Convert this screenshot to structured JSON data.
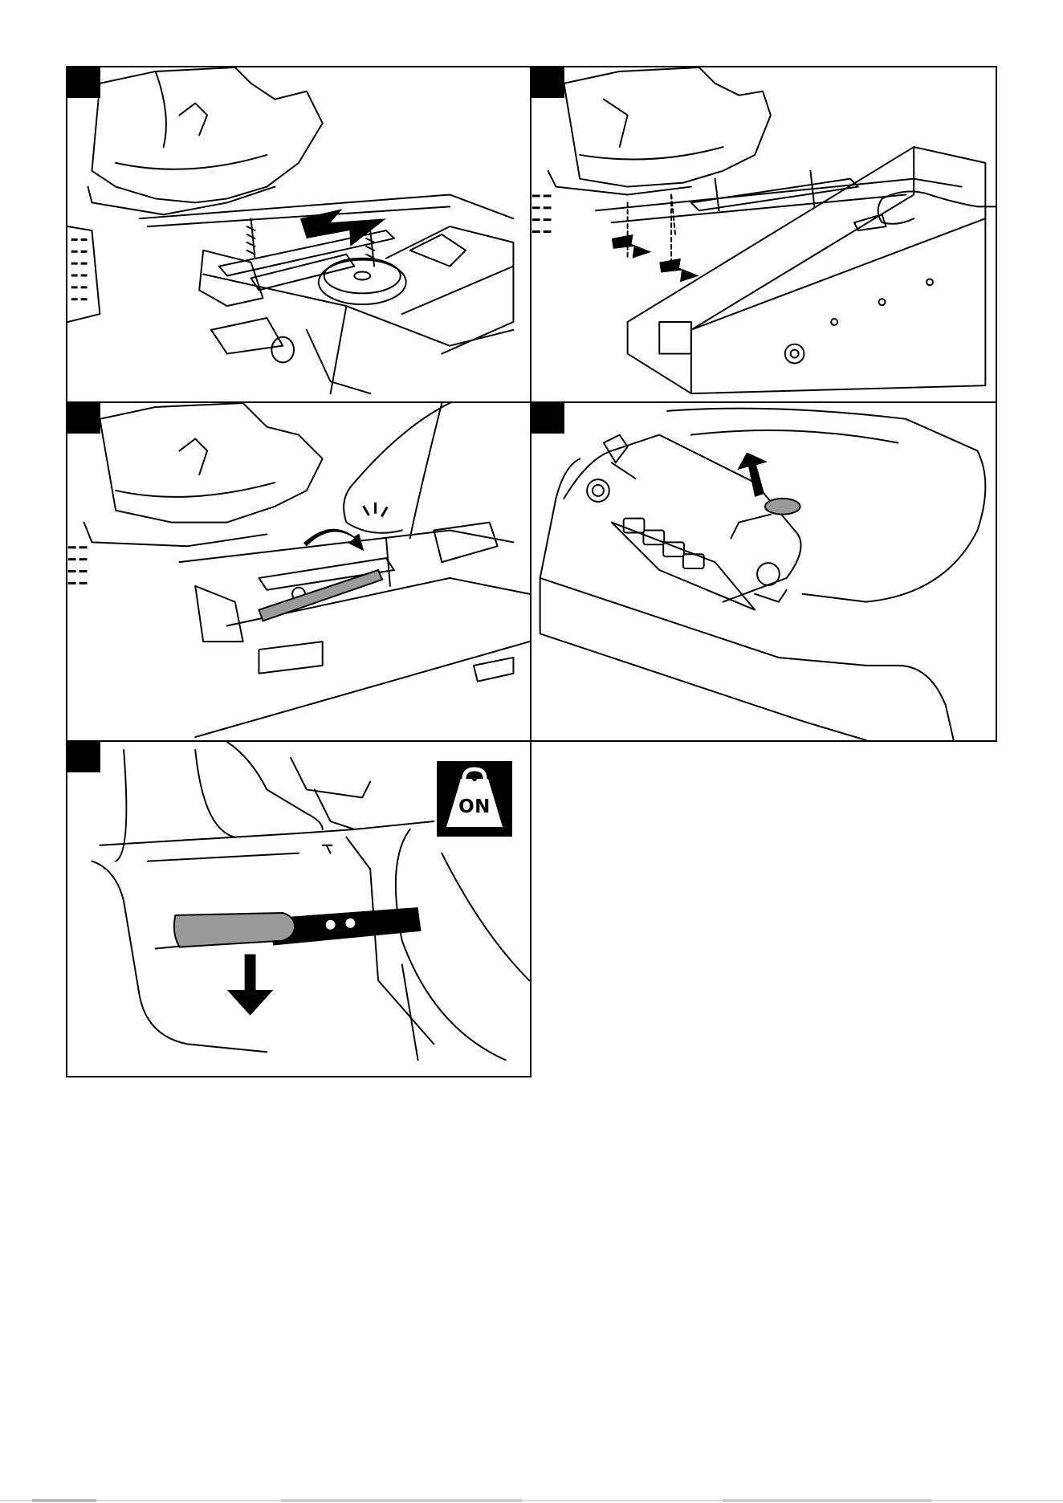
{
  "document": {
    "layout": "step-illustration-grid",
    "panel_count": 5,
    "icons": [
      "push-arrow-icon",
      "hand-icon",
      "wrench-rotate-icon",
      "lever-up-arrow-icon",
      "lever-down-arrow-icon",
      "weight-transfer-icon"
    ]
  },
  "panels": {
    "p5": {
      "badge_text": "ON"
    }
  }
}
